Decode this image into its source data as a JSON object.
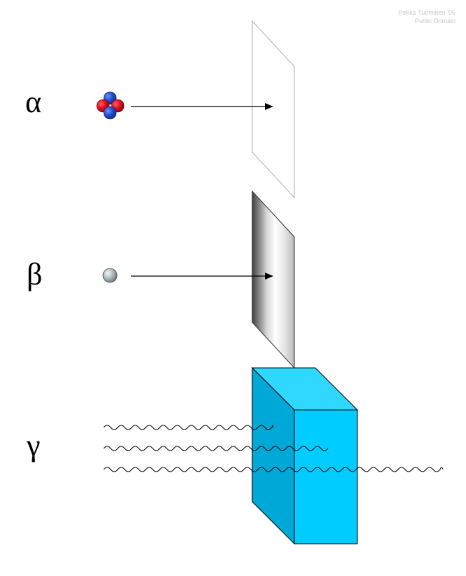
{
  "credit": {
    "author": "Pekka Tuominen '05",
    "license": "Public Domain"
  },
  "radiation": [
    {
      "symbol": "α",
      "particle": "helium-nucleus",
      "stopped_by": "paper-sheet"
    },
    {
      "symbol": "β",
      "particle": "electron",
      "stopped_by": "metal-sheet"
    },
    {
      "symbol": "γ",
      "particle": "photon-waves",
      "stopped_by": "partially-by-block"
    }
  ],
  "colors": {
    "proton": "#e01020",
    "neutron": "#2050d0",
    "electron": "#a9b9bb",
    "block_front": "#00ccff",
    "block_side": "#00a8d8",
    "block_top": "#30d8ff",
    "paper_edge": "#b0b0b0",
    "line": "#000000"
  }
}
